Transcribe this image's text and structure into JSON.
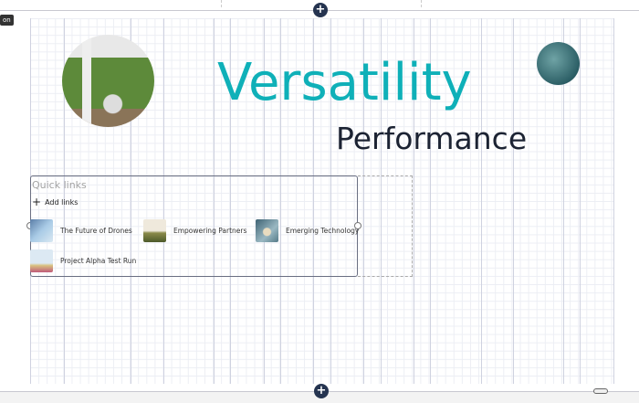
{
  "tooltip": "on",
  "hero": {
    "title": "Versatility",
    "subtitle": "Performance",
    "accent": "#0fb0b8"
  },
  "quick_links": {
    "title": "Quick links",
    "add_label": "Add links",
    "items": [
      {
        "label": "The Future of Drones"
      },
      {
        "label": "Empowering Partners"
      },
      {
        "label": "Emerging Technology"
      },
      {
        "label": "Project Alpha Test Run"
      }
    ]
  },
  "icons": {
    "add_section": "plus-icon",
    "add_link": "plus-icon"
  }
}
